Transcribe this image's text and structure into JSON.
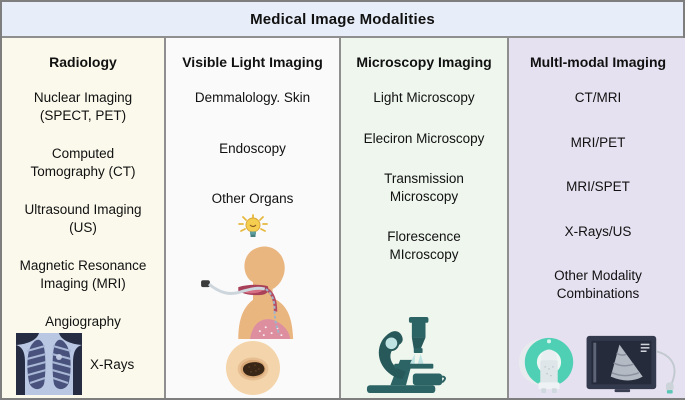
{
  "title": "Medical Image Modalities",
  "columns": [
    {
      "heading": "Radiology",
      "items": [
        "Nuclear Imaging\n(SPECT, PET)",
        "Computed\nTomography (CT)",
        "Ultrasound Imaging\n(US)",
        "Magnetic Resonance\nImaging (MRI)",
        "Angiography"
      ],
      "footer_label": "X-Rays",
      "icons": [
        "chest-xray-icon"
      ],
      "bg": "#fbf9eb"
    },
    {
      "heading": "Visible Light Imaging",
      "items": [
        "Demmalology. Skin",
        "Endoscopy",
        "Other Organs"
      ],
      "icons": [
        "lightbulb-icon",
        "endoscopy-head-icon",
        "skin-mole-icon"
      ],
      "bg": "#fbfafa"
    },
    {
      "heading": "Microscopy Imaging",
      "items": [
        "Light Microscopy",
        "Eleciron Microscopy",
        "Transmission\nMicroscopy",
        "Florescence\nMIcroscopy"
      ],
      "icons": [
        "microscope-icon"
      ],
      "bg": "#eef6ee"
    },
    {
      "heading": "Multl-modal Imaging",
      "items": [
        "CT/MRI",
        "MRI/PET",
        "MRI/SPET",
        "X-Rays/US",
        "Other Modality\nCombinations"
      ],
      "icons": [
        "ct-mri-scanner-icon",
        "ultrasound-monitor-icon"
      ],
      "bg": "#e6e1f1"
    }
  ],
  "colors": {
    "outer_border": "#7e7e7e",
    "divider": "#8f8f8f",
    "header_bg": "#e8eef9",
    "text": "#111111",
    "microscope_teal": "#2c6364",
    "scanner_teal": "#4fd0b5",
    "xray_blue": "#b9c7e2",
    "xray_dark": "#262c42",
    "skin_tone": "#eab680"
  }
}
